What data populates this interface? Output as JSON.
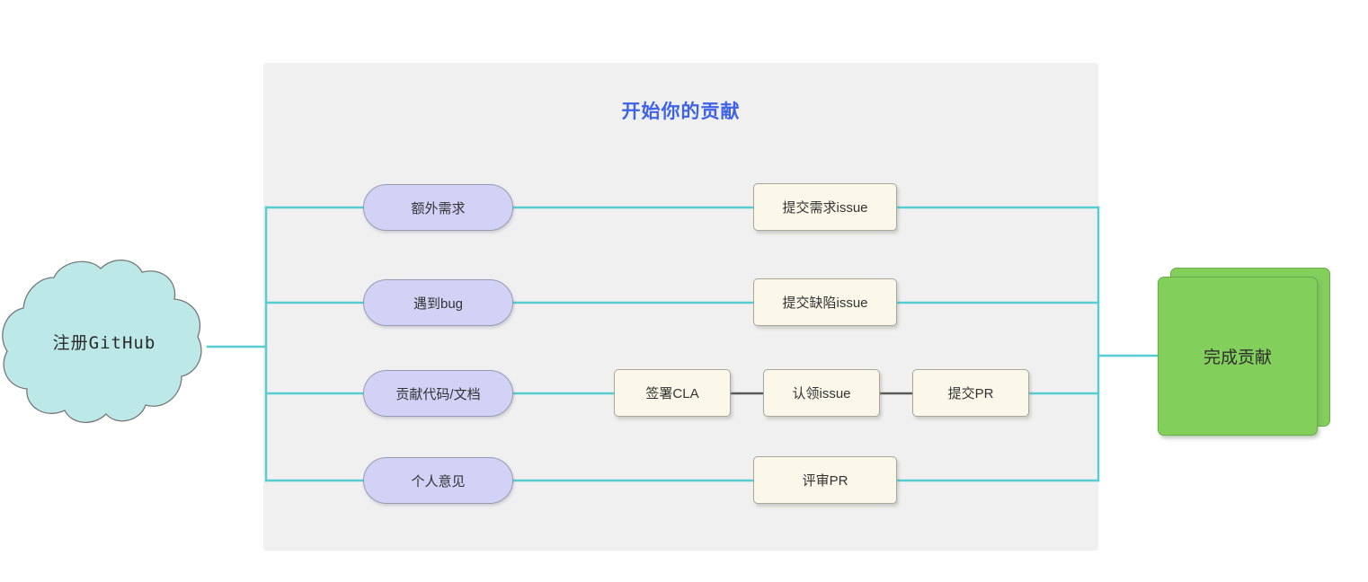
{
  "diagram": {
    "title": "开始你的贡献",
    "title_color": "#3f63e8",
    "panel_color": "#f0f0f0",
    "start_node": {
      "label": "注册GitHub",
      "shape": "cloud",
      "fill": "#bce8e8"
    },
    "end_node": {
      "label": "完成贡献",
      "shape": "stacked-rectangle",
      "fill": "#82cf5c"
    },
    "branches": [
      {
        "trigger": "额外需求",
        "action": "提交需求issue"
      },
      {
        "trigger": "遇到bug",
        "action": "提交缺陷issue"
      },
      {
        "trigger": "贡献代码/文档",
        "action": ""
      },
      {
        "trigger": "个人意见",
        "action": "评审PR"
      }
    ],
    "contribution_chain": [
      "签署CLA",
      "认领issue",
      "提交PR"
    ],
    "colors": {
      "connector": "#56cdd1",
      "chain_connector": "#5a5a5a",
      "pill_fill": "#d2d2f7",
      "pill_border": "#9a9ab4",
      "card_fill": "#fbf8e9",
      "card_border": "#a8a89a"
    }
  }
}
